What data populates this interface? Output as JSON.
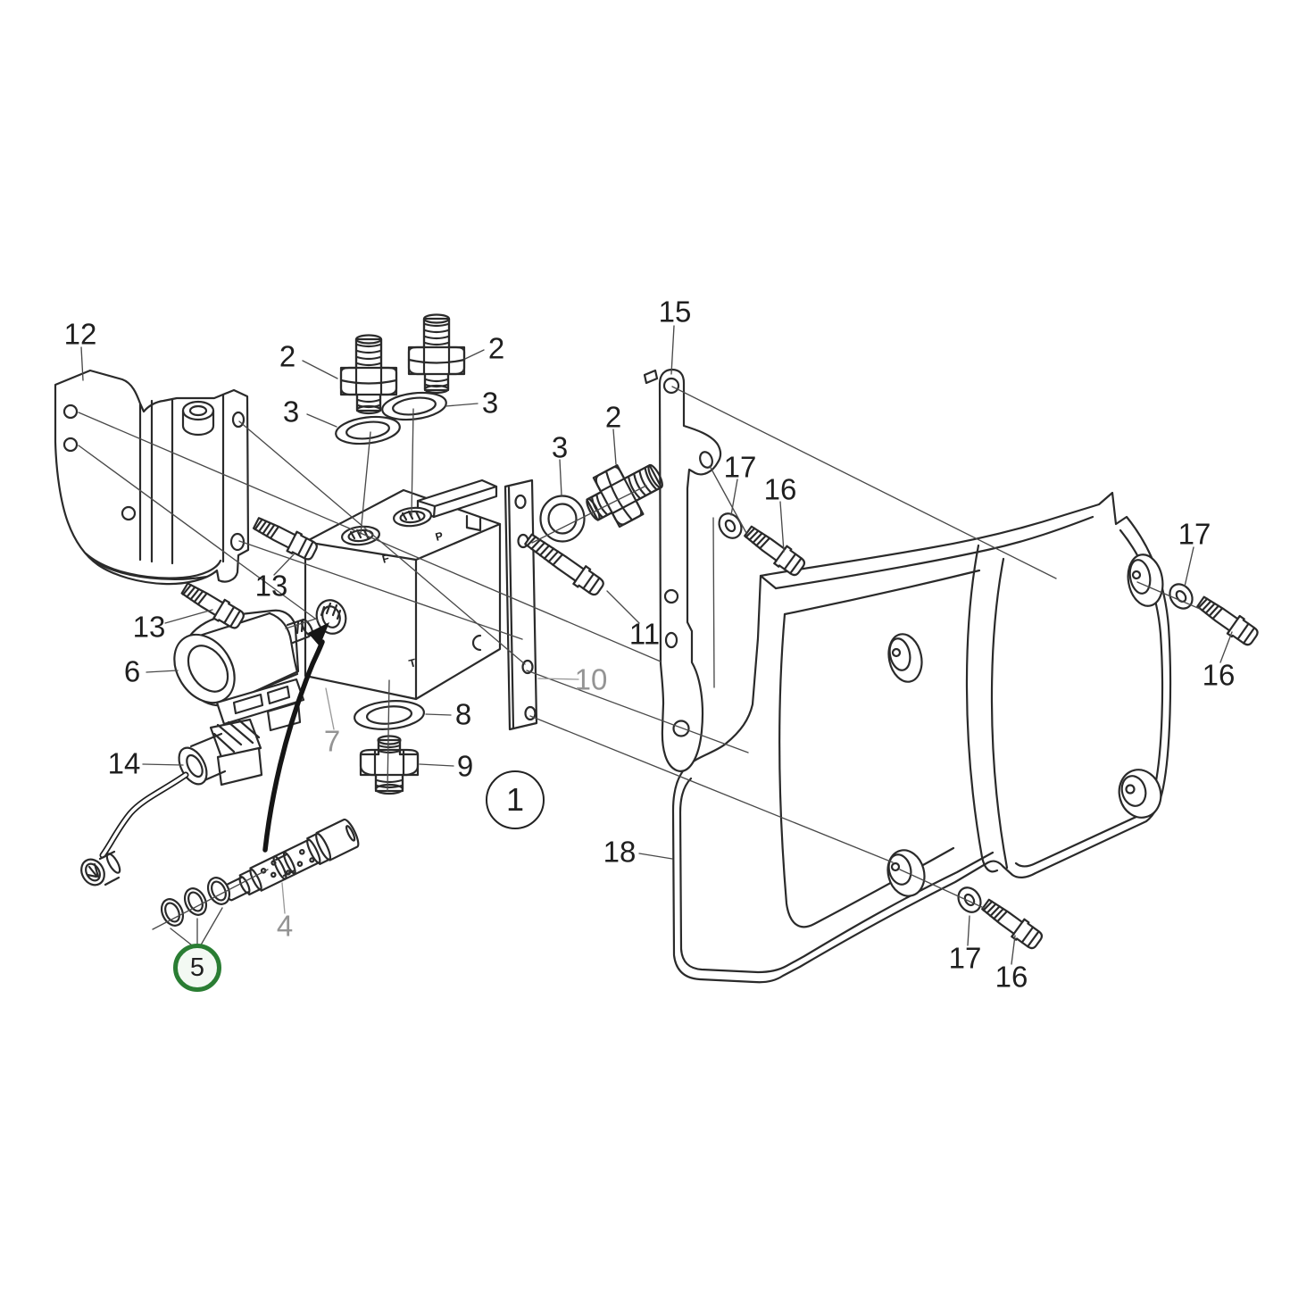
{
  "page": {
    "background": "#ffffff"
  },
  "diagram": {
    "type": "exploded-parts-diagram",
    "colors": {
      "line": "#2a2a2a",
      "muted": "#949494",
      "highlight_ring": "#2a7d33",
      "highlight_fill": "#f3f9f3"
    },
    "callouts": [
      {
        "text": "12",
        "kind": "plain"
      },
      {
        "text": "2",
        "kind": "plain"
      },
      {
        "text": "2",
        "kind": "plain"
      },
      {
        "text": "3",
        "kind": "plain"
      },
      {
        "text": "3",
        "kind": "plain"
      },
      {
        "text": "15",
        "kind": "plain"
      },
      {
        "text": "2",
        "kind": "plain"
      },
      {
        "text": "3",
        "kind": "plain"
      },
      {
        "text": "17",
        "kind": "plain"
      },
      {
        "text": "16",
        "kind": "plain"
      },
      {
        "text": "13",
        "kind": "plain"
      },
      {
        "text": "13",
        "kind": "plain"
      },
      {
        "text": "6",
        "kind": "plain"
      },
      {
        "text": "14",
        "kind": "plain"
      },
      {
        "text": "7",
        "kind": "muted"
      },
      {
        "text": "8",
        "kind": "plain"
      },
      {
        "text": "9",
        "kind": "plain"
      },
      {
        "text": "10",
        "kind": "muted"
      },
      {
        "text": "11",
        "kind": "plain"
      },
      {
        "text": "18",
        "kind": "plain"
      },
      {
        "text": "4",
        "kind": "muted"
      },
      {
        "text": "17",
        "kind": "plain"
      },
      {
        "text": "16",
        "kind": "plain"
      },
      {
        "text": "17",
        "kind": "plain"
      },
      {
        "text": "16",
        "kind": "plain"
      },
      {
        "text": "1",
        "kind": "circle"
      },
      {
        "text": "5",
        "kind": "circle-green-selected"
      }
    ],
    "port_labels": [
      {
        "text": "P"
      },
      {
        "text": "F"
      },
      {
        "text": "T"
      }
    ]
  }
}
